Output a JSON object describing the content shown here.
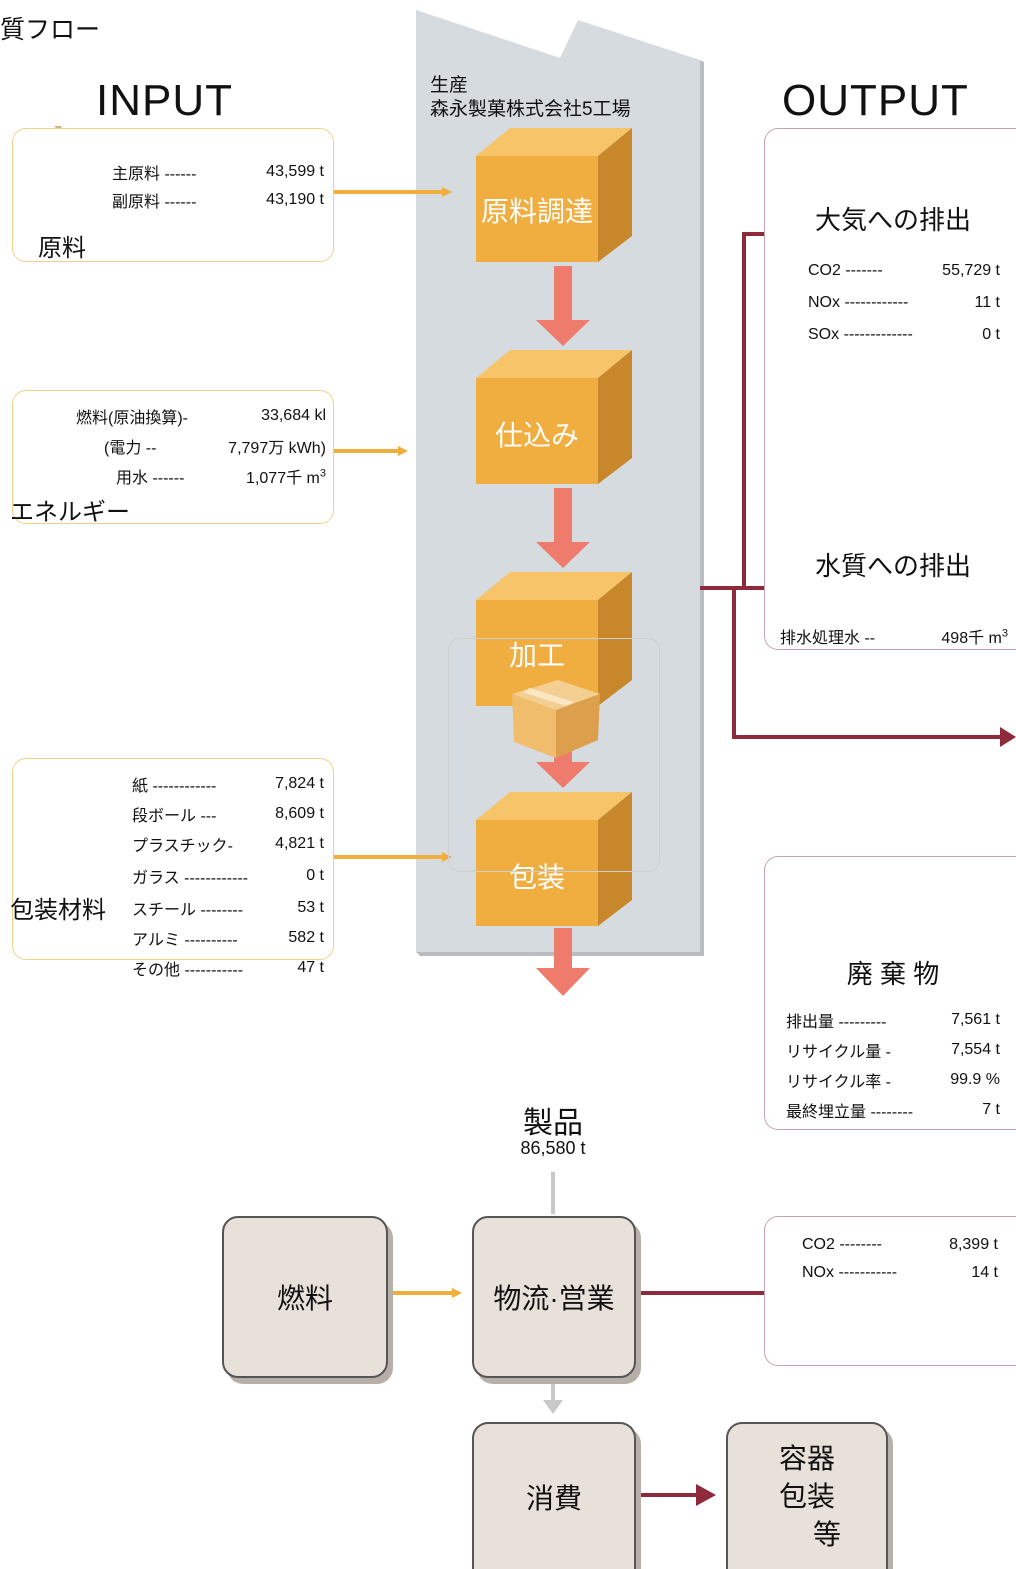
{
  "page_title": "質フロー",
  "input_heading": "INPUT",
  "output_heading": "OUTPUT",
  "production": {
    "label_line1": "生産",
    "label_line2": "森永製菓株式会社5工場"
  },
  "process_steps": [
    "原料調達",
    "仕込み",
    "加工",
    "包装"
  ],
  "inputs": {
    "raw_materials": {
      "label": "原料",
      "rows": [
        {
          "key": "主原料 ------",
          "value": "43,599 t"
        },
        {
          "key": "副原料 ------",
          "value": "43,190 t"
        }
      ]
    },
    "energy": {
      "label": "エネルギー",
      "rows": [
        {
          "key": "燃料(原油換算)-",
          "value": "33,684 kl"
        },
        {
          "key": "(電力 --",
          "value": "7,797万 kWh)"
        },
        {
          "key": "用水 ------",
          "value": "1,077千 m"
        }
      ],
      "superscript": "3"
    },
    "packaging": {
      "label": "包装材料",
      "rows": [
        {
          "key": "紙 ------------",
          "value": "7,824 t"
        },
        {
          "key": "段ボール ---",
          "value": "8,609 t"
        },
        {
          "key": "プラスチック-",
          "value": "4,821 t"
        },
        {
          "key": "ガラス ------------",
          "value": "0 t"
        },
        {
          "key": "スチール --------",
          "value": "53 t"
        },
        {
          "key": "アルミ ----------",
          "value": "582 t"
        },
        {
          "key": "その他 -----------",
          "value": "47 t"
        }
      ]
    }
  },
  "outputs": {
    "air": {
      "title": "大気への排出",
      "rows": [
        {
          "key": "CO2 -------",
          "value": "55,729 t"
        },
        {
          "key": "NOx ------------",
          "value": "11 t"
        },
        {
          "key": "SOx -------------",
          "value": "0 t"
        }
      ]
    },
    "water": {
      "title": "水質への排出",
      "rows": [
        {
          "key": "排水処理水 --",
          "value": "498千 m"
        }
      ],
      "superscript": "3"
    },
    "waste": {
      "title": "廃 棄 物",
      "rows": [
        {
          "key": "排出量 ---------",
          "value": "7,561 t"
        },
        {
          "key": "リサイクル量 -",
          "value": "7,554 t"
        },
        {
          "key": "リサイクル率 -",
          "value": "99.9 %"
        },
        {
          "key": "最終埋立量 --------",
          "value": "7 t"
        }
      ]
    },
    "logistics": {
      "rows": [
        {
          "key": "CO2 --------",
          "value": "8,399 t"
        },
        {
          "key": "NOx -----------",
          "value": "14 t"
        }
      ]
    }
  },
  "product": {
    "label": "製品",
    "value": "86,580 t"
  },
  "logistics_label": "物流·営業",
  "fuel_label": "燃料",
  "consumption_label": "消費",
  "container_label": [
    "容器",
    "包装",
    "等"
  ],
  "colors": {
    "input_arrow": "#f0ae3c",
    "output_arrow": "#8e2a3c",
    "step_arrow": "#ee7b6b",
    "box": "#f0ad40",
    "chimney": "#d6dbe0"
  }
}
